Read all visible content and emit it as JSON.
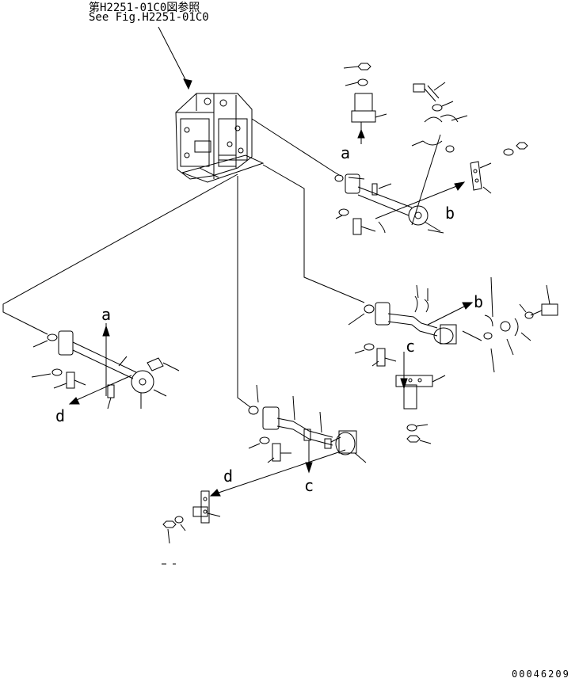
{
  "reference": {
    "line1": "第H2251-01C0図参照",
    "line2": "See Fig.H2251-01C0"
  },
  "labels": {
    "a": "a",
    "b": "b",
    "c": "c",
    "d": "d"
  },
  "drawing_number": "00046209",
  "colors": {
    "ink": "#000000",
    "background": "#ffffff"
  }
}
